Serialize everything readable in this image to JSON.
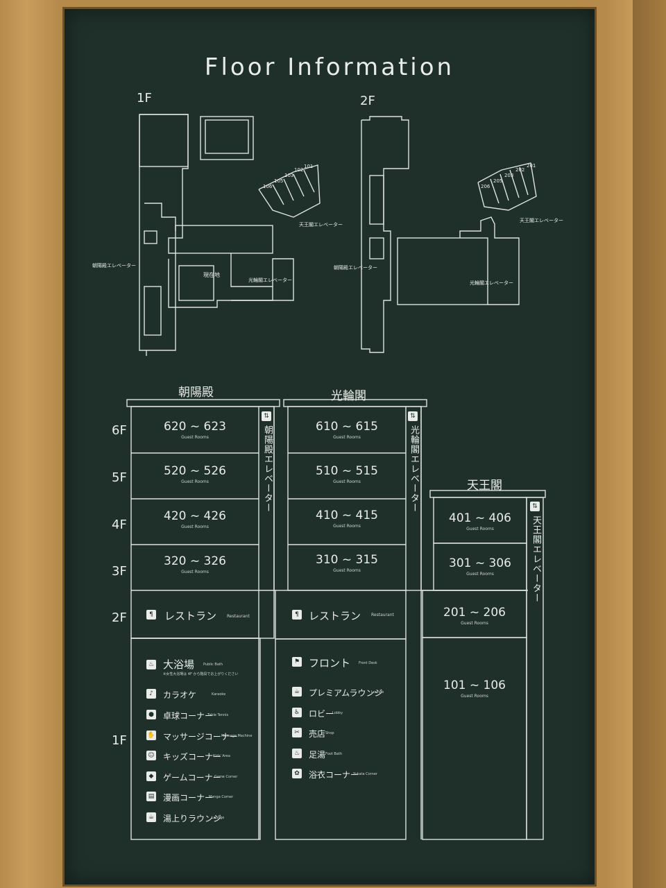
{
  "title": "Floor Information",
  "maps": {
    "floor1": {
      "label": "1F",
      "rooms": [
        "101",
        "102",
        "103",
        "105",
        "106"
      ],
      "elevators": [
        "天王閣エレベーター",
        "朝陽殿エレベーター",
        "光輪閣エレベーター"
      ],
      "current": "現在地"
    },
    "floor2": {
      "label": "2F",
      "rooms": [
        "201",
        "202",
        "203",
        "205",
        "206"
      ],
      "elevators": [
        "天王閣エレベーター",
        "朝陽殿エレベーター",
        "光輪閣エレベーター"
      ]
    }
  },
  "buildings": {
    "chouyouden": "朝陽殿",
    "kourinkaku": "光輪閣",
    "tennoukaku": "天王閣"
  },
  "floors": [
    "6F",
    "5F",
    "4F",
    "3F",
    "2F",
    "1F"
  ],
  "guest_rooms_sub": "Guest Rooms",
  "chouyouden_rooms": [
    "620 ~ 623",
    "520 ~ 526",
    "420 ~ 426",
    "320 ~ 326"
  ],
  "kourinkaku_rooms": [
    "610 ~ 615",
    "510 ~ 515",
    "410 ~ 415",
    "310 ~ 315"
  ],
  "tennoukaku_rooms": [
    "401 ~ 406",
    "301 ~ 306",
    "201 ~ 206",
    "101 ~ 106"
  ],
  "elevators": {
    "chouyouden": "朝陽殿エレベーター",
    "kourinkaku": "光輪閣エレベーター",
    "tennoukaku": "天王閣エレベーター"
  },
  "restaurant": {
    "ja": "レストラン",
    "en": "Restaurant"
  },
  "facilities_left": [
    {
      "ja": "大浴場",
      "en": "Public Bath"
    },
    {
      "ja": "カラオケ",
      "en": "Karaoke"
    },
    {
      "ja": "卓球コーナー",
      "en": "Table Tennis"
    },
    {
      "ja": "マッサージコーナー",
      "en": "Massage Machine"
    },
    {
      "ja": "キッズコーナー",
      "en": "Kids' Area"
    },
    {
      "ja": "ゲームコーナー",
      "en": "Game Corner"
    },
    {
      "ja": "漫画コーナー",
      "en": "Manga Corner"
    },
    {
      "ja": "湯上りラウンジ",
      "en": "Lounge"
    }
  ],
  "bath_note": "※女性大浴場は 4F から階段でお上がりください",
  "facilities_right": [
    {
      "ja": "フロント",
      "en": "Front Desk"
    },
    {
      "ja": "プレミアムラウンジ",
      "en": "Lounge"
    },
    {
      "ja": "ロビー",
      "en": "Lobby"
    },
    {
      "ja": "売店",
      "en": "Shop"
    },
    {
      "ja": "足湯",
      "en": "Foot Bath"
    },
    {
      "ja": "浴衣コーナー",
      "en": "Yukata Corner"
    }
  ]
}
